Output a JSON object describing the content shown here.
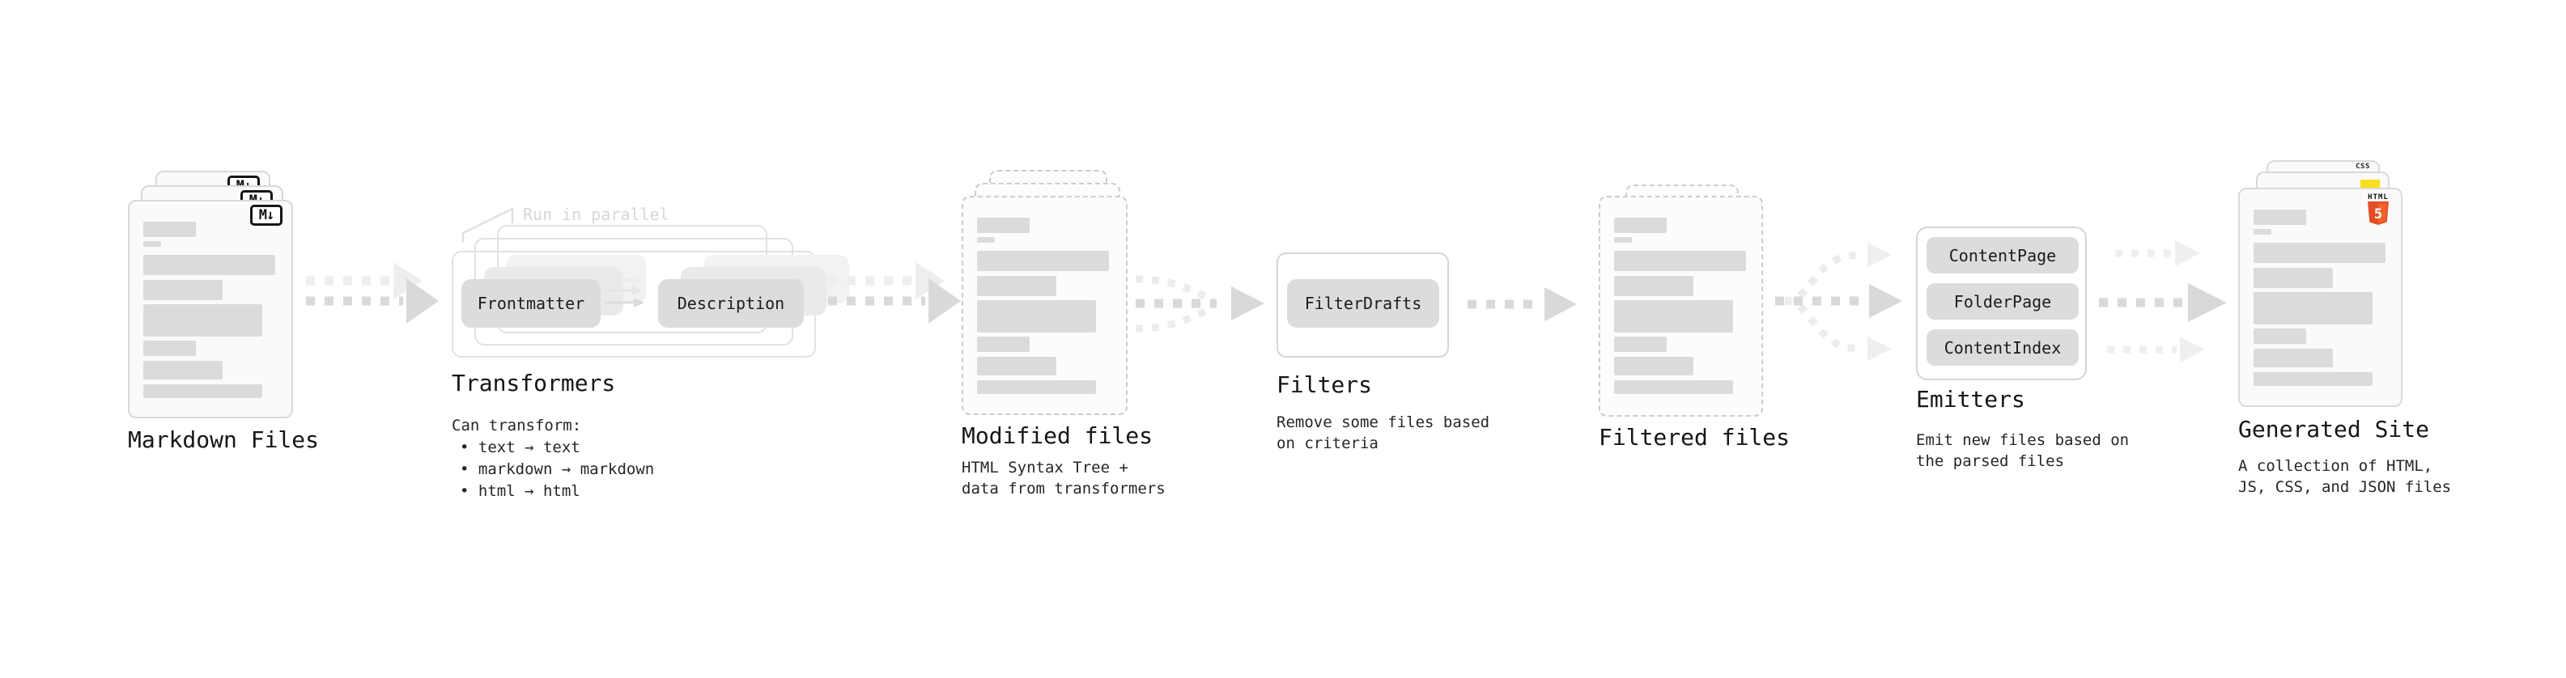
{
  "diagram": {
    "markdown_files": {
      "title": "Markdown Files",
      "badge": "M↓"
    },
    "transformers": {
      "title": "Transformers",
      "callout": "Run in parallel",
      "pill_frontmatter": "Frontmatter",
      "pill_description": "Description",
      "desc_heading": "Can transform:",
      "bullets": [
        "• text → text",
        "• markdown → markdown",
        "• html → html"
      ]
    },
    "modified_files": {
      "title": "Modified files",
      "subtitle_lines": [
        "HTML Syntax Tree +",
        "data from transformers"
      ]
    },
    "filters": {
      "title": "Filters",
      "pill": "FilterDrafts",
      "subtitle_lines": [
        "Remove some files based",
        "on criteria"
      ]
    },
    "filtered_files": {
      "title": "Filtered files"
    },
    "emitters": {
      "title": "Emitters",
      "pills": [
        "ContentPage",
        "FolderPage",
        "ContentIndex"
      ],
      "subtitle_lines": [
        "Emit new files based on",
        "the parsed files"
      ]
    },
    "generated_site": {
      "title": "Generated Site",
      "subtitle_lines": [
        "A collection of HTML,",
        "JS, CSS, and JSON files"
      ],
      "badge_css": "CSS",
      "badge_html": "HTML",
      "badge_html_number": "5"
    }
  },
  "colors": {
    "arrow_main": "#d9d9d9",
    "arrow_faint": "#eeeeee",
    "pill_bg": "#dcdcdc",
    "card_border": "#d9d9d9",
    "bar_fill": "#dbdbdb",
    "html5_orange": "#e44d26",
    "html5_orange_light": "#f16529",
    "js_yellow": "#f7df1e",
    "css_blue": "#2d66f0"
  }
}
